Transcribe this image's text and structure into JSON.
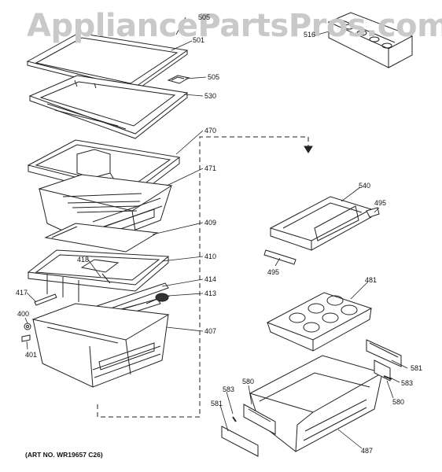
{
  "watermark": "AppliancePartsPros.com",
  "art_number": "(ART NO. WR19657 C26)",
  "part_labels": {
    "p505_top": "505",
    "p501": "501",
    "p505": "505",
    "p530": "530",
    "p470": "470",
    "p471": "471",
    "p409": "409",
    "p418": "418",
    "p410": "410",
    "p414": "414",
    "p417": "417",
    "p413": "413",
    "p400": "400",
    "p407": "407",
    "p401": "401",
    "p516": "516",
    "p540": "540",
    "p495a": "495",
    "p495b": "495",
    "p481": "481",
    "p581a": "581",
    "p583a": "583",
    "p580a": "580",
    "p581b": "581",
    "p583b": "583",
    "p580b": "580",
    "p487": "487"
  }
}
